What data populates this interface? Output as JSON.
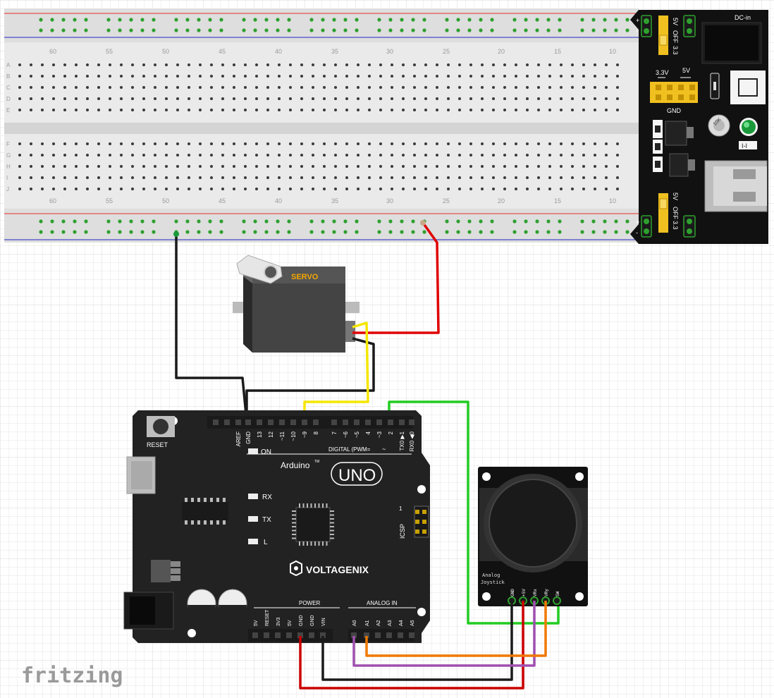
{
  "watermark": "fritzing",
  "breadboard": {
    "column_numbers": [
      "60",
      "55",
      "50",
      "45",
      "40",
      "35",
      "30",
      "25",
      "20",
      "15",
      "10"
    ],
    "row_letters_top": [
      "A",
      "B",
      "C",
      "D",
      "E"
    ],
    "row_letters_bottom": [
      "F",
      "G",
      "H",
      "I",
      "J"
    ]
  },
  "power_module": {
    "dc_in": "DC-in",
    "top_jumper": [
      "5V",
      "OFF",
      "3.3"
    ],
    "header_3v3": "3.3V",
    "header_5v": "5V",
    "gnd": "GND",
    "bottom_jumper": [
      "5V",
      "OFF",
      "3.3"
    ],
    "plus": "+",
    "minus": "-",
    "pot_label": "10K",
    "switch_label": "I-I"
  },
  "servo": {
    "label": "SERVO"
  },
  "arduino": {
    "reset": "RESET",
    "brand": "Arduino",
    "trademark": "TM",
    "model": "UNO",
    "maker": "VOLTAGENIX",
    "on_led": "ON",
    "rx": "RX",
    "tx": "TX",
    "l": "L",
    "icsp": "ICSP",
    "icsp_pin1": "1",
    "digital_label": "DIGITAL (PWM= ",
    "digital_tilde": "~",
    "power_label": "POWER",
    "analog_label": "ANALOG IN",
    "digital_pins": [
      "AREF",
      "GND",
      "13",
      "12",
      "~11",
      "~10",
      "~9",
      "8",
      "7",
      "~6",
      "~5",
      "4",
      "~3",
      "2",
      "TX0 ▶1",
      "RX0 ◀0"
    ],
    "power_pins": [
      "5V",
      "RESET",
      "3V3",
      "5V",
      "GND",
      "GND",
      "VIN"
    ],
    "analog_pins": [
      "A0",
      "A1",
      "A2",
      "A3",
      "A4",
      "A5"
    ]
  },
  "joystick": {
    "label_line1": "Analog",
    "label_line2": "Joystick",
    "pins": [
      "GND",
      "+5V",
      "VRx",
      "VRy",
      "SW"
    ]
  },
  "wire_colors": {
    "black": "#1a1a1a",
    "red": "#e00000",
    "yellow": "#f5e600",
    "green": "#22cc22",
    "orange": "#f07800",
    "purple": "#a050b0",
    "darkred": "#cc0000"
  }
}
